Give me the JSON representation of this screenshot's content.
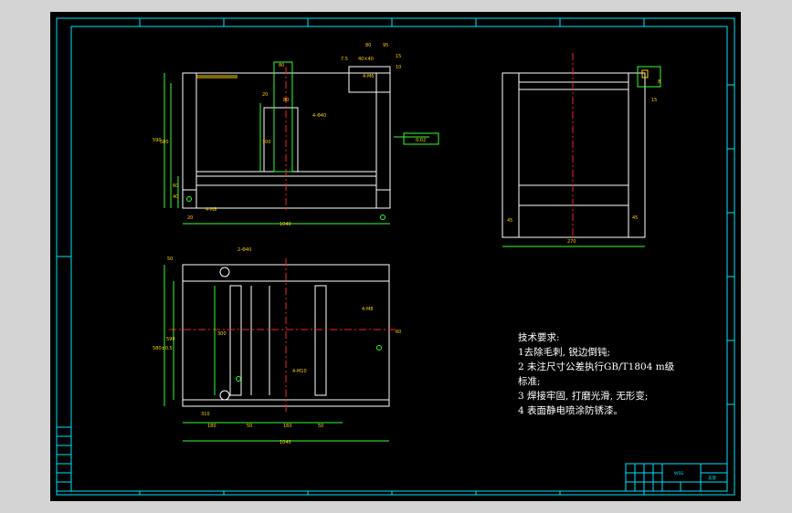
{
  "drawing": {
    "tech_requirements": {
      "title": "技术要求:",
      "items": [
        "1去除毛刺, 锐边倒钝;",
        "2 未注尺寸公差执行GB/T1804 m级",
        "标准;",
        "3 焊接牢固, 打磨光滑, 无形变;",
        "4 表面静电喷涂防锈漆。"
      ]
    },
    "dimensions": {
      "front_width": "1040",
      "front_height": "590",
      "front_height_outer": "580",
      "front_foot": "60",
      "front_foot2": "40",
      "front_bottom": "20",
      "front_top_w": "80",
      "front_top_h": "20",
      "front_inner": "300",
      "front_hole_w": "80",
      "front_hole_label": "4-Φ40",
      "front_top_label": "4-M6",
      "front_side_label": "4-M8",
      "detail_a": "7.5",
      "detail_b": "40×40",
      "detail_c": "80",
      "detail_d": "95",
      "detail_e": "15",
      "detail_f": "10",
      "flatness_label": "0.02",
      "side_width": "270",
      "side_foot_l": "45",
      "side_foot_r": "45",
      "side_detail_a": "8",
      "side_detail_b": "15",
      "plan_width": "1040",
      "plan_height": "580±0.5",
      "plan_seg1": "180",
      "plan_seg2": "50",
      "plan_seg3": "160",
      "plan_seg4": "50",
      "plan_left": "310",
      "plan_inner_h": "300",
      "plan_inner_v": "590",
      "plan_top": "50",
      "plan_hole_label": "2-Φ40",
      "plan_right_label": "4-M8",
      "plan_inner_label": "4-M10",
      "plan_right_dim": "60"
    },
    "title_block": {
      "label_a": "WSS",
      "label_b": "支架"
    }
  }
}
